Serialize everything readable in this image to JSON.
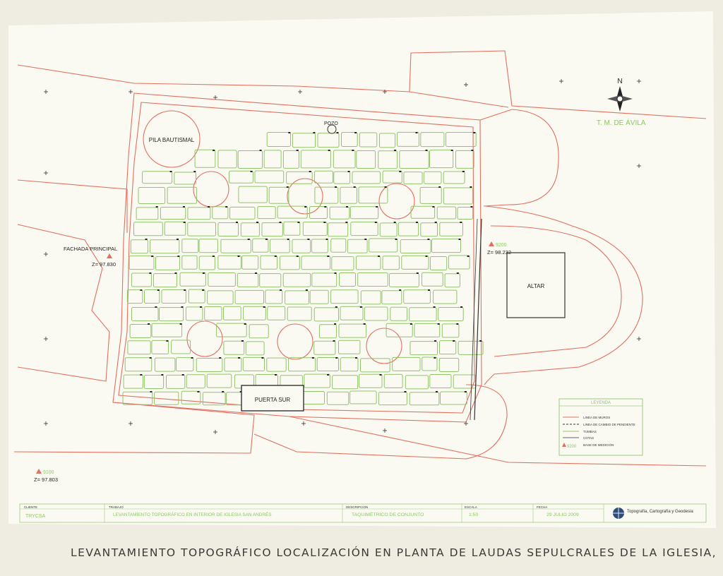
{
  "compass": {
    "north": "N"
  },
  "municipality": "T. M. DE ÁVILA",
  "labels": {
    "baptismal_font": "PILA BAUTISMAL",
    "well": "POZO",
    "altar": "ALTAR",
    "south_door": "PUERTA SUR",
    "main_facade": "FACHADA PRINCIPAL"
  },
  "survey_points": [
    {
      "id": "9100",
      "z": "Z= 97.803"
    },
    {
      "z": "Z= 97.830"
    },
    {
      "id": "9200",
      "z": "Z= 98.232"
    }
  ],
  "legend": {
    "title": "LEYENDA",
    "items": [
      {
        "label": "LINEA DE MUROS",
        "color": "#e07060"
      },
      {
        "label": "LINEA DE CAMBIO DE PENDIENTE",
        "color": "#333333"
      },
      {
        "label": "TUMBAS",
        "color": "#8fc46a"
      },
      {
        "label": "COTAS",
        "color": "#333333"
      },
      {
        "symbol": "9200",
        "label": "BASE DE MEDICIÓN",
        "color": "#e07060"
      }
    ]
  },
  "title_block": {
    "client_label": "CLIENTE",
    "client": "TRYCSA",
    "work_label": "TRABAJO",
    "work": "LEVANTAMIENTO TOPOGRÁFICO EN INTERIOR DE IGLESIA SAN ANDRÉS",
    "desc_label": "DESCRIPCION",
    "desc": "TAQUIMÉTRICO DE CONJUNTO",
    "scale_label": "ESCALA",
    "scale": "1:50",
    "date_label": "FECHA",
    "date": "29 JULIO 2009",
    "company": "Topografía, Cartografía y Geodesia"
  },
  "caption": "LEVANTAMIENTO TOPOGRÁFICO LOCALIZACIÓN EN PLANTA DE LAUDAS SEPULCRALES DE LA IGLESIA,",
  "colors": {
    "wall": "#e07060",
    "tomb": "#8fc46a",
    "ink": "#333333",
    "paper": "#fbfaf2"
  }
}
